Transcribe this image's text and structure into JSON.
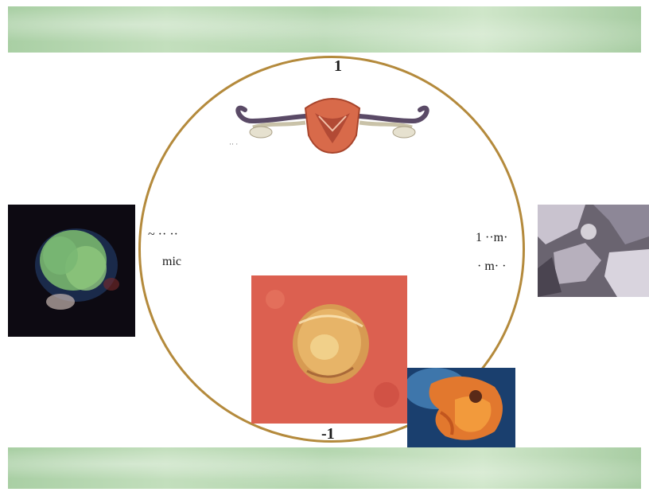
{
  "slide": {
    "mark_top": "1",
    "mark_bottom": "-1",
    "left_label_1": "~ ·· ··",
    "left_label_2": "mic",
    "right_label_1": "1 ··m·",
    "right_label_2": "· m· ·",
    "small_caption": "·· ·"
  },
  "colors": {
    "ring": "#b48a3c",
    "band": "#b9d8b3"
  },
  "icons": {
    "uterus": "uterus-diagram-icon",
    "blastomere": "two-cell-embryo-photo",
    "tissue": "tissue-micrograph-photo",
    "blastocyst": "blastocyst-photo",
    "embryo": "embryo-photo"
  }
}
